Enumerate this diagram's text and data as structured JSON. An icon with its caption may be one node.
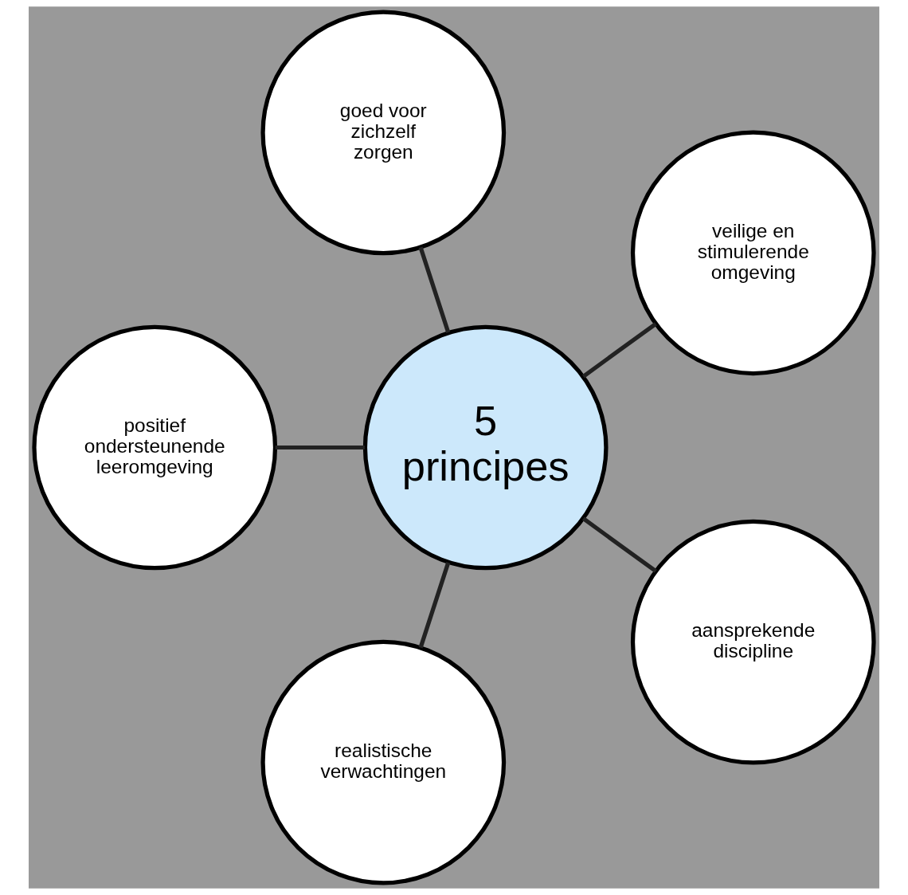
{
  "diagram": {
    "nodes": [
      {
        "text": [
          "veilige en stimulerende omgeving"
        ]
      },
      {
        "text": [
          "goed voor zichzelf zorgen"
        ]
      },
      {
        "text": [
          "positief ondersteunende leeromgeving"
        ]
      },
      {
        "text": [
          "5 principes"
        ]
      },
      {
        "text": [
          "realistische verwachtingen"
        ]
      },
      {
        "text": [
          "aansprekende discipline"
        ]
      }
    ],
    "edges": [
      {
        "from": 3,
        "to": 0,
        "arrow": "none"
      },
      {
        "from": 3,
        "to": 1,
        "arrow": "none"
      },
      {
        "from": 3,
        "to": 2,
        "arrow": "none"
      },
      {
        "from": 3,
        "to": 4,
        "arrow": "none"
      },
      {
        "from": 3,
        "to": 5,
        "arrow": "none"
      }
    ]
  }
}
